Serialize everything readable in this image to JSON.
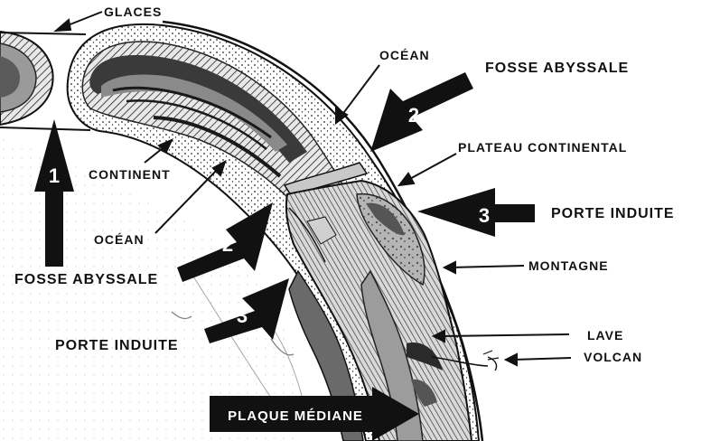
{
  "colors": {
    "ink": "#111111",
    "paper": "#ffffff",
    "dark_band": "#3a3a3a",
    "mid_gray": "#8a8a8a",
    "light_gray": "#c8c8c8"
  },
  "labels": {
    "glaces": "GLACES",
    "ocean_top": "OCÉAN",
    "fosse_abyssale_top": "FOSSE ABYSSALE",
    "plateau_continental": "PLATEAU CONTINENTAL",
    "continent": "CONTINENT",
    "ocean_left": "OCÉAN",
    "porte_induite_right": "PORTE INDUITE",
    "montagne": "MONTAGNE",
    "fosse_abyssale_left": "FOSSE ABYSSALE",
    "porte_induite_left": "PORTE INDUITE",
    "lave": "LAVE",
    "volcan": "VOLCAN",
    "plaque_mediane": "PLAQUE MÉDIANE"
  },
  "arrow_numbers": {
    "arrow_1": "1",
    "arrow_2_top": "2",
    "arrow_2_left": "2",
    "arrow_3_right": "3",
    "arrow_3_left": "3"
  },
  "icons": [
    "subduction-cross-section-illustration",
    "stipple-sediment-texture",
    "hatched-crust-texture"
  ]
}
